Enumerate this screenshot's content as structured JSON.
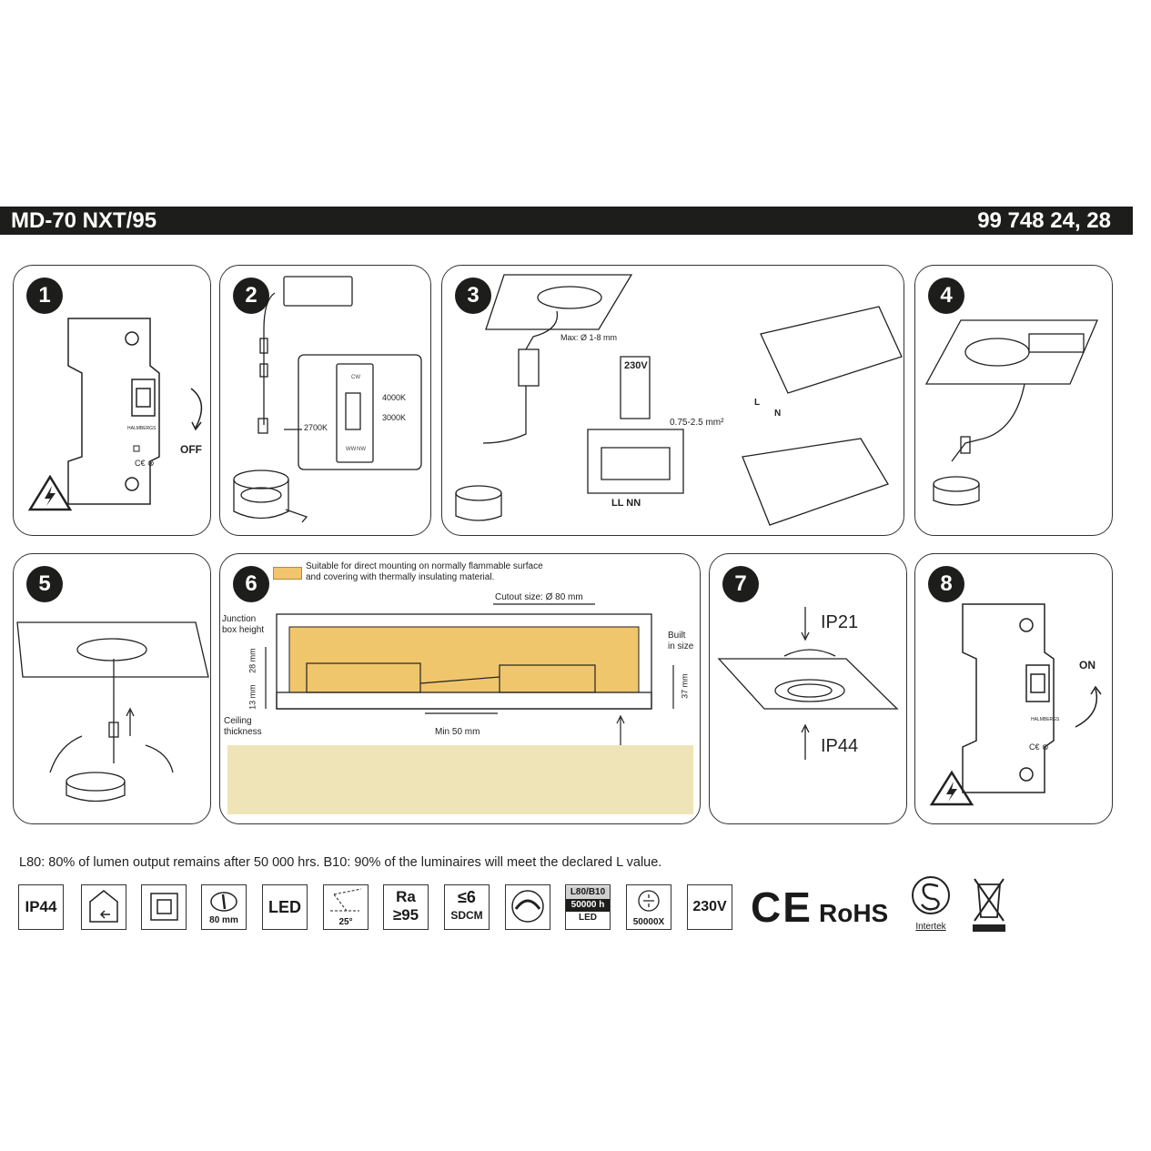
{
  "header": {
    "model": "MD-70 NXT/95",
    "article_numbers": "99 748 24, 28"
  },
  "panels": [
    {
      "number": "1",
      "label": "OFF",
      "brand": "HALMBERGS"
    },
    {
      "number": "2",
      "temps": {
        "cw": "4000K",
        "nw": "3000K",
        "ww": "2700K",
        "sw_cw": "CW",
        "sw_ww": "WW",
        "sw_nw": "NW"
      }
    },
    {
      "number": "3",
      "max_wire": "Max: Ø 1-8 mm",
      "voltage": "230V",
      "wire_area": "0.75-2.5 mm²",
      "terminals": "LL NN",
      "L": "L",
      "N": "N"
    },
    {
      "number": "4"
    },
    {
      "number": "5"
    },
    {
      "number": "6",
      "legend": [
        "Suitable for direct mounting on normally flammable surface",
        "and covering with thermally insulating material."
      ],
      "cutout": "Cutout size: Ø 80 mm",
      "junction": [
        "Junction",
        "box height"
      ],
      "built": [
        "Built",
        "in size"
      ],
      "h28": "28 mm",
      "h13": "13 mm",
      "h37": "37 mm",
      "ceiling": [
        "Ceiling",
        "thickness"
      ],
      "min": "Min 50 mm"
    },
    {
      "number": "7",
      "top": "IP21",
      "bottom": "IP44"
    },
    {
      "number": "8",
      "label": "ON",
      "brand": "HALMBERGS"
    }
  ],
  "footnote": "L80: 80% of lumen output remains after 50 000 hrs. B10: 90% of the luminaires will meet the declared L value.",
  "icons": {
    "ip": "IP44",
    "cutout": "80 mm",
    "led": "LED",
    "tilt": "25°",
    "ra1": "Ra",
    "ra2": "≥95",
    "sdcm1": "≤6",
    "sdcm2": "SDCM",
    "lb1": "L80/B10",
    "lb2": "50000 h",
    "lb3": "LED",
    "cycles": "50000X",
    "volt": "230V",
    "ce": "CE",
    "rohs": "RoHS",
    "intertek": "Intertek"
  }
}
